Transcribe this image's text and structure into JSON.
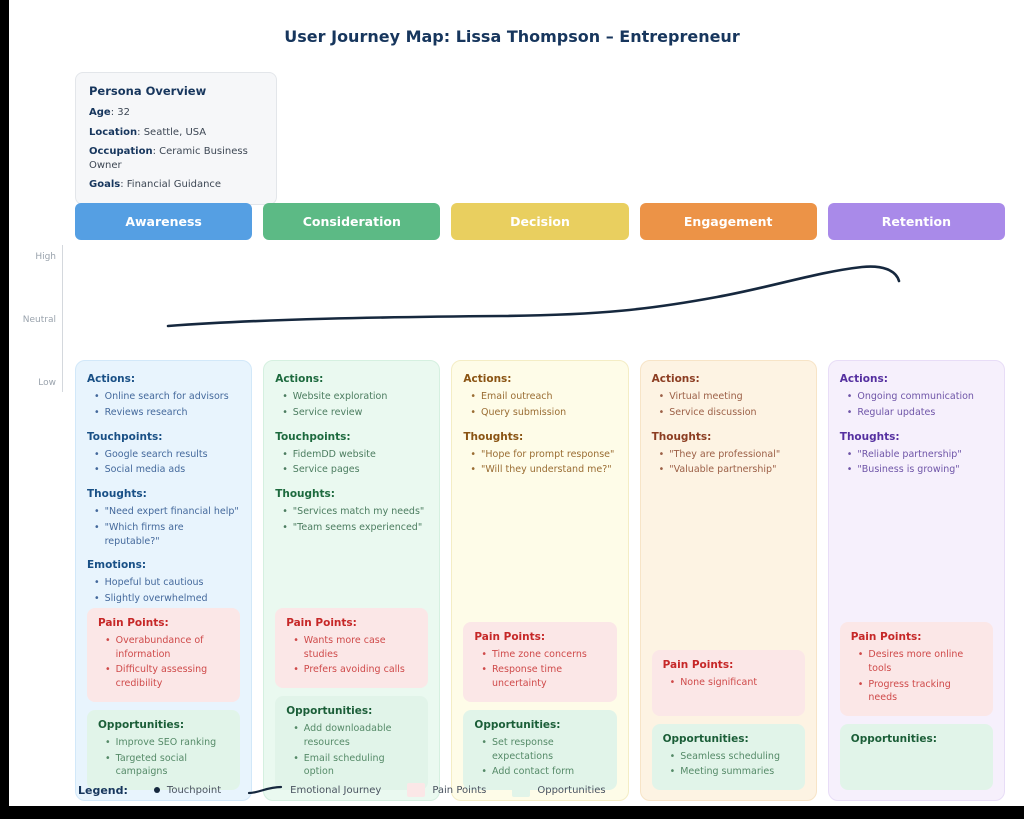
{
  "title": "User Journey Map: Lissa Thompson – Entrepreneur",
  "persona": {
    "heading": "Persona Overview",
    "separator": ": ",
    "fields": [
      {
        "label": "Age",
        "value": "32"
      },
      {
        "label": "Location",
        "value": "Seattle, USA"
      },
      {
        "label": "Occupation",
        "value": "Ceramic Business Owner"
      },
      {
        "label": "Goals",
        "value": "Financial Guidance"
      }
    ]
  },
  "emotion_axis": {
    "labels": [
      "High",
      "Neutral",
      "Low"
    ]
  },
  "theme": {
    "title_color": "#17365d",
    "line_color": "#16283e",
    "pain": {
      "bg": "#fbe7e7",
      "heading": "#c62828",
      "bullet": "#cf4a4a"
    },
    "opportunity": {
      "bg": "#e1f4e9",
      "heading": "#1b5e38",
      "bullet": "#558a68"
    }
  },
  "stages": [
    {
      "name": "Awareness",
      "colors": {
        "header": "#559fe3",
        "panel_bg": "#e8f4fd",
        "panel_border": "#d2e8f9",
        "heading": "#195086",
        "bullet": "#44699c"
      },
      "sections": [
        {
          "heading": "Actions:",
          "items": [
            "Online search for advisors",
            "Reviews research"
          ]
        },
        {
          "heading": "Touchpoints:",
          "items": [
            "Google search results",
            "Social media ads"
          ]
        },
        {
          "heading": "Thoughts:",
          "items": [
            "\"Need expert financial help\"",
            "\"Which firms are reputable?\""
          ]
        },
        {
          "heading": "Emotions:",
          "items": [
            "Hopeful but cautious",
            "Slightly overwhelmed"
          ]
        }
      ],
      "pain_points": {
        "heading": "Pain Points:",
        "items": [
          "Overabundance of information",
          "Difficulty assessing credibility"
        ]
      },
      "opportunities": {
        "heading": "Opportunities:",
        "items": [
          "Improve SEO ranking",
          "Targeted social campaigns"
        ]
      }
    },
    {
      "name": "Consideration",
      "colors": {
        "header": "#5cba85",
        "panel_bg": "#eaf9f0",
        "panel_border": "#d5f0e0",
        "heading": "#1d6a3e",
        "bullet": "#4c7d60"
      },
      "sections": [
        {
          "heading": "Actions:",
          "items": [
            "Website exploration",
            "Service review"
          ]
        },
        {
          "heading": "Touchpoints:",
          "items": [
            "FidemDD website",
            "Service pages"
          ]
        },
        {
          "heading": "Thoughts:",
          "items": [
            "\"Services match my needs\"",
            "\"Team seems experienced\""
          ]
        }
      ],
      "pain_points": {
        "heading": "Pain Points:",
        "items": [
          "Wants more case studies",
          "Prefers avoiding calls"
        ]
      },
      "opportunities": {
        "heading": "Opportunities:",
        "items": [
          "Add downloadable resources",
          "Email scheduling option"
        ]
      }
    },
    {
      "name": "Decision",
      "colors": {
        "header": "#e9cf5f",
        "panel_bg": "#fefce8",
        "panel_border": "#f4edc5",
        "heading": "#8a5413",
        "bullet": "#9a6d33"
      },
      "sections": [
        {
          "heading": "Actions:",
          "items": [
            "Email outreach",
            "Query submission"
          ]
        },
        {
          "heading": "Thoughts:",
          "items": [
            "\"Hope for prompt response\"",
            "\"Will they understand me?\""
          ]
        }
      ],
      "pain_points": {
        "heading": "Pain Points:",
        "items": [
          "Time zone concerns",
          "Response time uncertainty"
        ]
      },
      "opportunities": {
        "heading": "Opportunities:",
        "items": [
          "Set response expectations",
          "Add contact form"
        ]
      }
    },
    {
      "name": "Engagement",
      "colors": {
        "header": "#ec9347",
        "panel_bg": "#fdf3e3",
        "panel_border": "#f7e4c7",
        "heading": "#8c3d22",
        "bullet": "#9c6047"
      },
      "sections": [
        {
          "heading": "Actions:",
          "items": [
            "Virtual meeting",
            "Service discussion"
          ]
        },
        {
          "heading": "Thoughts:",
          "items": [
            "\"They are professional\"",
            "\"Valuable partnership\""
          ]
        }
      ],
      "pain_points": {
        "heading": "Pain Points:",
        "items": [
          "None significant"
        ]
      },
      "opportunities": {
        "heading": "Opportunities:",
        "items": [
          "Seamless scheduling",
          "Meeting summaries"
        ]
      }
    },
    {
      "name": "Retention",
      "colors": {
        "header": "#a98ae9",
        "panel_bg": "#f6f0fc",
        "panel_border": "#e8ddf7",
        "heading": "#5530a0",
        "bullet": "#6f55a8"
      },
      "sections": [
        {
          "heading": "Actions:",
          "items": [
            "Ongoing communication",
            "Regular updates"
          ]
        },
        {
          "heading": "Thoughts:",
          "items": [
            "\"Reliable partnership\"",
            "\"Business is growing\""
          ]
        }
      ],
      "pain_points": {
        "heading": "Pain Points:",
        "items": [
          "Desires more online tools",
          "Progress tracking needs"
        ]
      },
      "opportunities": {
        "heading": "Opportunities:",
        "items": []
      }
    }
  ],
  "legend": {
    "label": "Legend:",
    "touchpoint": "Touchpoint",
    "emotional_journey": "Emotional Journey",
    "pain_points": "Pain Points",
    "opportunities": "Opportunities"
  },
  "chart_data": {
    "type": "line",
    "title": "Emotional Journey",
    "x": [
      "Awareness",
      "Consideration",
      "Decision",
      "Engagement",
      "Retention"
    ],
    "values": [
      1.0,
      1.02,
      1.1,
      1.5,
      1.9
    ],
    "ytick_labels": [
      "Low",
      "Neutral",
      "High"
    ],
    "ylim": [
      0,
      2
    ],
    "grid": false,
    "legend_position": "none"
  }
}
